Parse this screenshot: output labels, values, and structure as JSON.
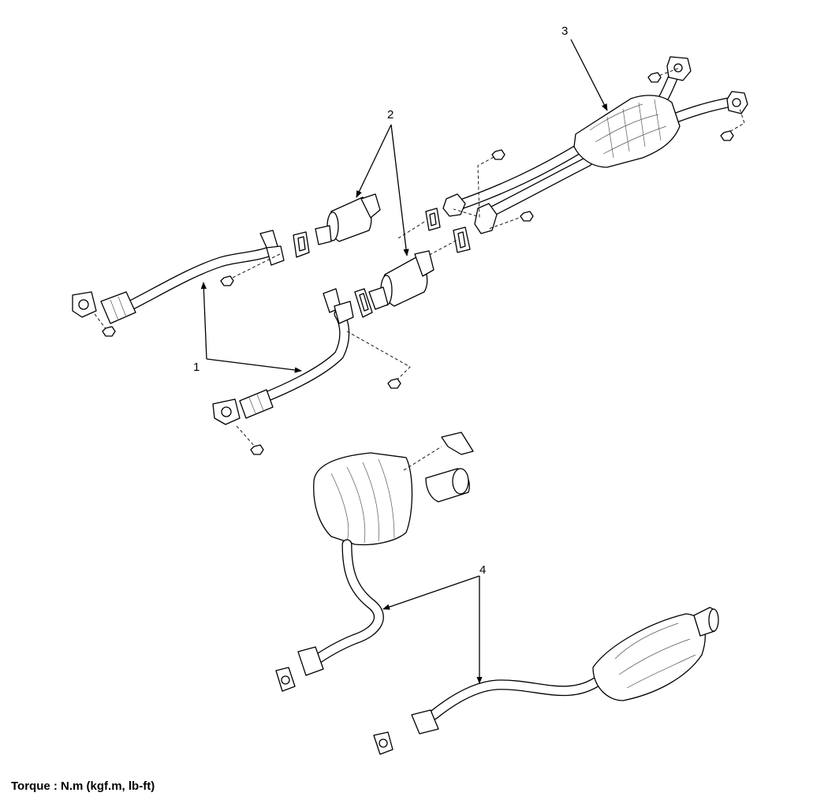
{
  "callouts": {
    "front_pipe": "1",
    "catalytic_converter": "2",
    "center_muffler": "3",
    "main_muffler": "4"
  },
  "note": {
    "torque": "Torque : N.m (kgf.m, lb-ft)"
  }
}
